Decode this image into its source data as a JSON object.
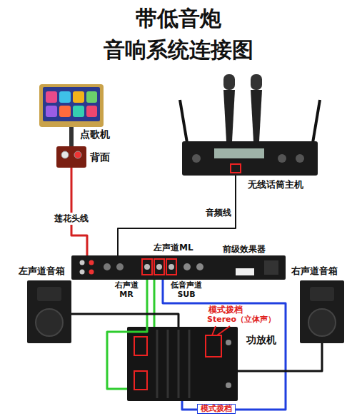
{
  "diagram": {
    "title": "带低音炮 音响系统连接图",
    "nodes": [
      {
        "text": [
          "点歌机"
        ]
      },
      {
        "text": [
          "背面"
        ]
      },
      {
        "text": [
          "无线话筒主机"
        ]
      },
      {
        "text": [
          "前级效果器"
        ]
      },
      {
        "text": [
          "左声道音箱"
        ]
      },
      {
        "text": [
          "右声道音箱"
        ]
      },
      {
        "text": [
          "功放机"
        ]
      }
    ],
    "edges": [
      {
        "from": 0,
        "to": 1,
        "arrow": "none"
      },
      {
        "from": 1,
        "to": 3,
        "arrow": "none",
        "label": "莲花头线"
      },
      {
        "from": 2,
        "to": 3,
        "arrow": "none",
        "label": "音频线"
      },
      {
        "from": 3,
        "to": 6,
        "arrow": "none"
      },
      {
        "from": 3,
        "to": 6,
        "arrow": "none"
      },
      {
        "from": 3,
        "to": 6,
        "arrow": "none"
      },
      {
        "from": 6,
        "to": 4,
        "arrow": "none"
      },
      {
        "from": 6,
        "to": 5,
        "arrow": "none"
      }
    ],
    "labels": [
      "左声道ML",
      "右声道 MR",
      "低音声道 SUB",
      "模式拨档",
      "Stereo（立体声）",
      "模式拨档"
    ]
  }
}
